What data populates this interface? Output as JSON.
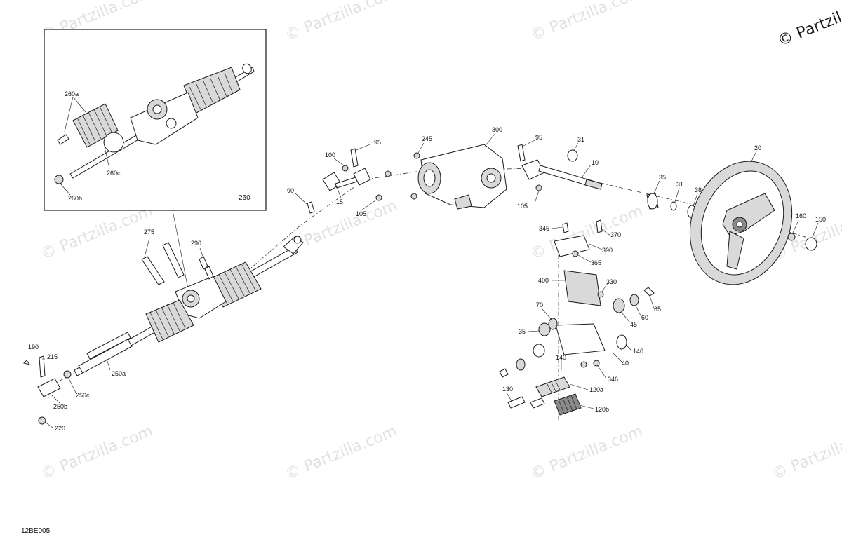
{
  "diagram_code": "12BE005",
  "watermark": {
    "text": "© Partzilla.com",
    "corner_text": "© Partzil"
  },
  "inset": {
    "label": "260",
    "callouts": [
      "260a",
      "260b",
      "260c"
    ]
  },
  "callouts": {
    "c275": "275",
    "c290": "290",
    "c190": "190",
    "c215": "215",
    "c250a": "250a",
    "c250b": "250b",
    "c250c": "250c",
    "c220": "220",
    "c90": "90",
    "c100": "100",
    "c95a": "95",
    "c15": "15",
    "c105a": "105",
    "c245": "245",
    "c300": "300",
    "c95b": "95",
    "c105b": "105",
    "c31a": "31",
    "c10": "10",
    "c35a": "35",
    "c31b": "31",
    "c38": "38",
    "c20": "20",
    "c160": "160",
    "c150": "150",
    "c345": "345",
    "c370": "370",
    "c390": "390",
    "c365": "365",
    "c400": "400",
    "c330": "330",
    "c65": "65",
    "c70": "70",
    "c45": "45",
    "c60": "60",
    "c35b": "35",
    "c140a": "140",
    "c40": "40",
    "c140b": "140",
    "c346": "346",
    "c120a": "120a",
    "c130": "130",
    "c120b": "120b"
  }
}
